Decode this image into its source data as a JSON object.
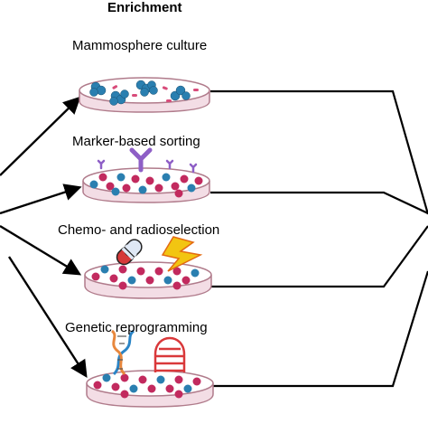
{
  "header": {
    "title": "Enrichment"
  },
  "steps": [
    {
      "label": "Mammosphere culture"
    },
    {
      "label": "Marker-based sorting"
    },
    {
      "label": "Chemo- and radioselection"
    },
    {
      "label": "Genetic reprogramming"
    }
  ],
  "colors": {
    "dish_rim": "#d9a5b5",
    "dish_fill": "#f3dde5",
    "cell_blue": "#2a7fb0",
    "cell_red": "#c22a5e",
    "antibody": "#8e5fc6",
    "capsule_red": "#d63939",
    "capsule_blue": "#dfe8f5",
    "lightning": "#f2c512",
    "dna_blue": "#2a84c6",
    "dna_orange": "#e8873c",
    "rna_red": "#d9383a"
  }
}
